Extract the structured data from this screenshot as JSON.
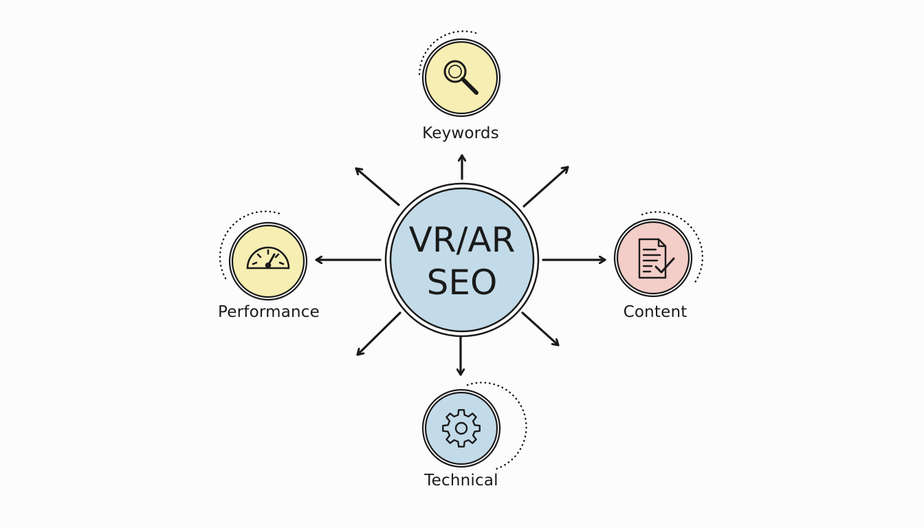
{
  "center": {
    "line1": "VR/AR",
    "line2": "SEO",
    "fill": "#c3dbe9"
  },
  "nodes": [
    {
      "id": "keywords",
      "label": "Keywords",
      "icon": "magnifier-icon",
      "fill": "#f6eeb2"
    },
    {
      "id": "content",
      "label": "Content",
      "icon": "checked-document-icon",
      "fill": "#f3cdc8"
    },
    {
      "id": "technical",
      "label": "Technical",
      "icon": "gear-icon",
      "fill": "#c3dbe9"
    },
    {
      "id": "performance",
      "label": "Performance",
      "icon": "speedometer-icon",
      "fill": "#f6eeb2"
    }
  ],
  "colors": {
    "stroke": "#1a1a1a",
    "background": "#fcfcfc"
  }
}
